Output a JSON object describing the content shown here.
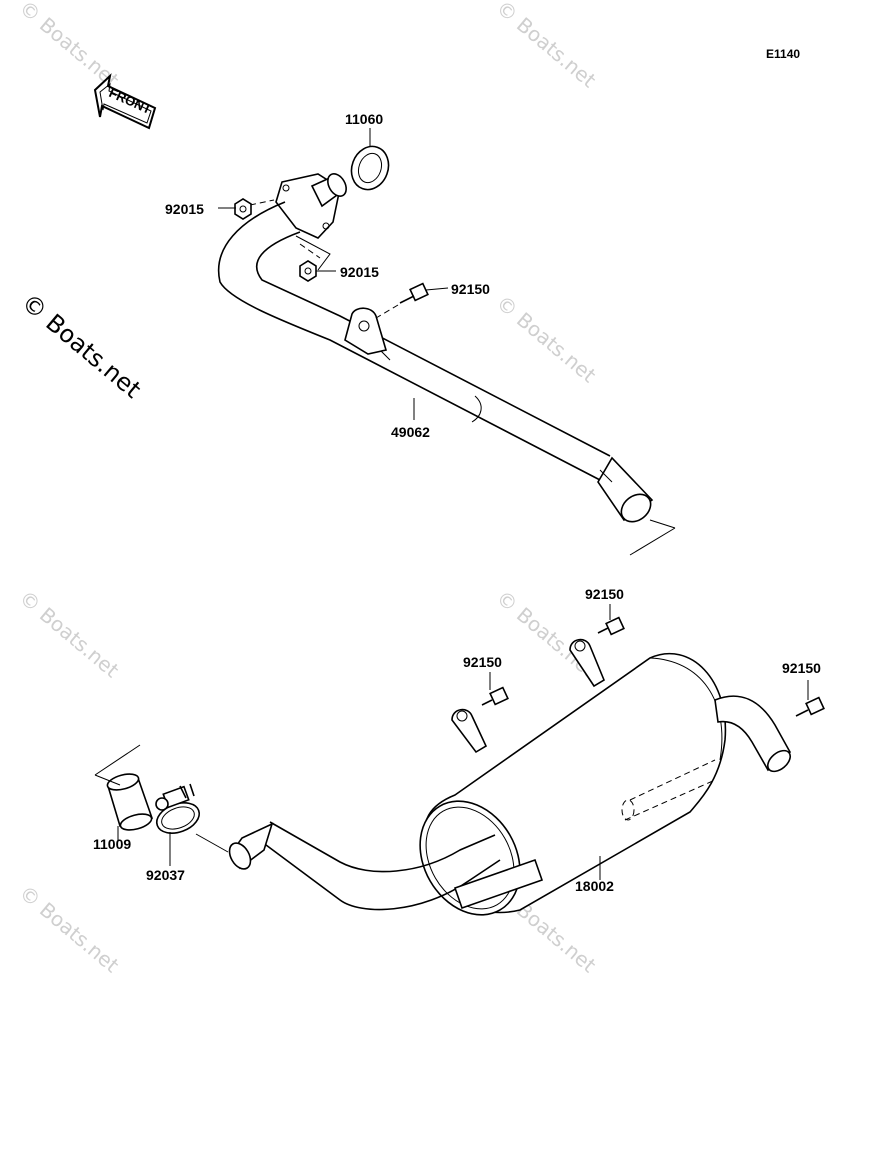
{
  "diagram_code": "E1140",
  "front_label": "FRONT",
  "watermark": "© Boats.net",
  "watermark_side": "© Boats.net",
  "parts": {
    "gasket": "11060",
    "nut_left": "92015",
    "nut_lower": "92015",
    "bolt_pipe": "92150",
    "exhaust_pipe": "49062",
    "bolt_muffler_top": "92150",
    "bolt_muffler_left": "92150",
    "bolt_muffler_right": "92150",
    "muffler": "18002",
    "sleeve": "11009",
    "clamp": "92037"
  }
}
